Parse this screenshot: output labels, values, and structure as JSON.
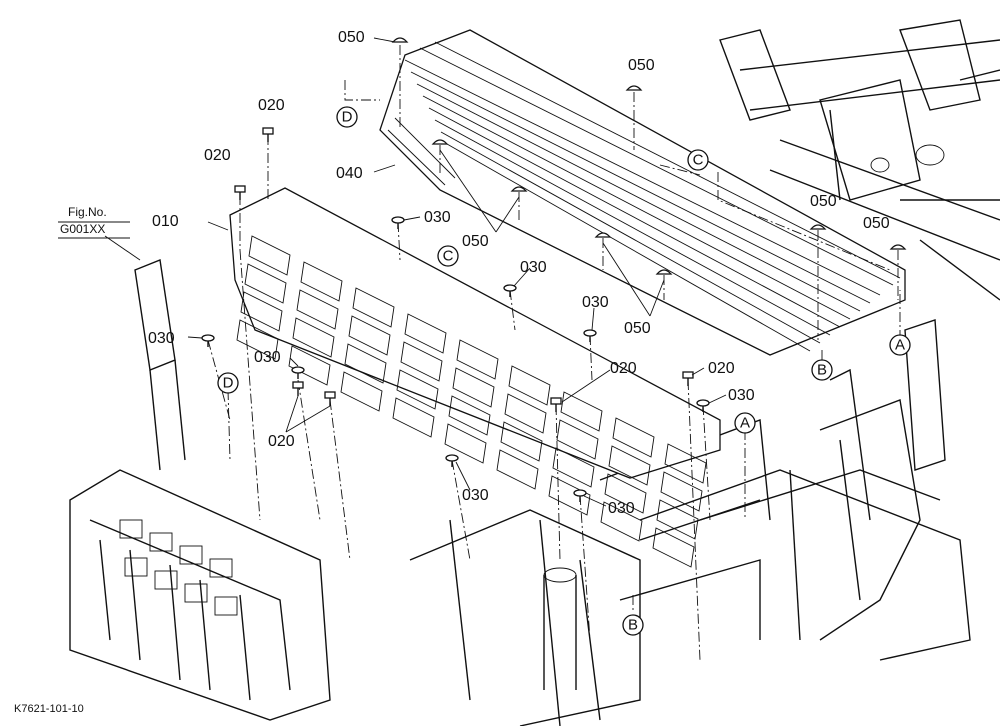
{
  "figure_ref": {
    "line1": "Fig.No.",
    "line2": "G001XX"
  },
  "drawing_number": "K7621-101-10",
  "part_labels": {
    "p010": "010",
    "p020": "020",
    "p030": "030",
    "p040": "040",
    "p050": "050"
  },
  "connectors": {
    "A": "A",
    "B": "B",
    "C": "C",
    "D": "D"
  }
}
